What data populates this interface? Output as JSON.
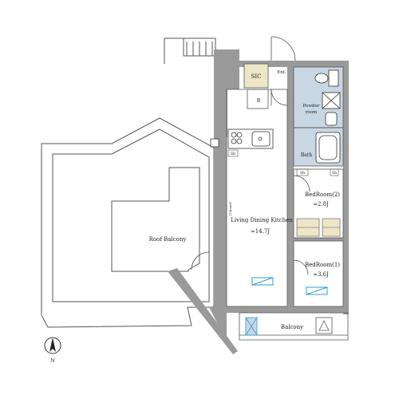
{
  "rooms": {
    "ldk": {
      "name": "Living Dining Kitchen",
      "size": "≈14.7J"
    },
    "bed2": {
      "name": "BedRoom(2)",
      "size": "≈2.8J"
    },
    "bed1": {
      "name": "BedRoom(1)",
      "size": "≈3.6J"
    },
    "roof_balcony": {
      "name": "Roof Balcony"
    },
    "balcony": {
      "name": "Balcony"
    },
    "powder": {
      "line1": "Powder",
      "line2": "room"
    },
    "bath": {
      "name": "Bath"
    },
    "sic": {
      "name": "SIC"
    },
    "ent": {
      "name": "Ent."
    },
    "b": {
      "name": "B"
    },
    "sh1": {
      "name": "Sh"
    },
    "sh2": {
      "name": "Sh"
    },
    "sh3": {
      "name": "Sh"
    },
    "fridge": {
      "name": "Cl.board"
    }
  },
  "compass": {
    "label": "N"
  },
  "colors": {
    "wall": "#9a9a9a",
    "bath_area": "#c9d6e3",
    "accent": "#2a9fd6",
    "sic_fill": "#efe6c8"
  }
}
